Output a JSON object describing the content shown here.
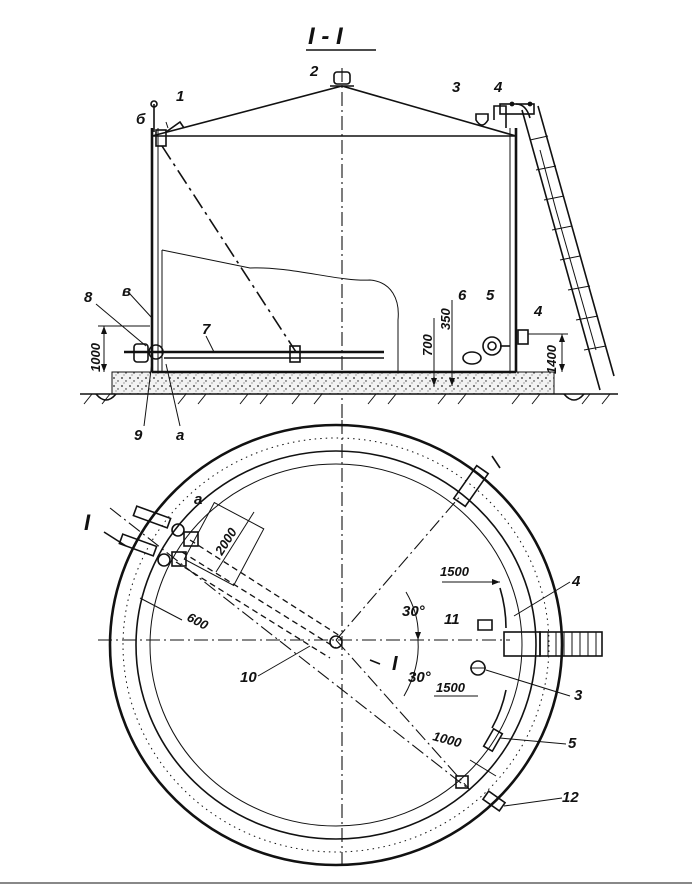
{
  "section_title": "I - I",
  "section_labels": {
    "n1": "1",
    "n2": "2",
    "n3": "3",
    "n4_top": "4",
    "n4_side": "4",
    "n5": "5",
    "n6": "6",
    "n7": "7",
    "n8": "8",
    "n9": "9",
    "b_cyr": "б",
    "v_cyr": "в",
    "a_cyr": "а"
  },
  "section_dims": {
    "d1000": "1000",
    "d700": "700",
    "d350": "350",
    "d1400": "1400"
  },
  "plan_labels": {
    "section_mark_1": "I",
    "section_mark_2": "I",
    "a_cyr": "a",
    "n3": "3",
    "n4": "4",
    "n5": "5",
    "n10": "10",
    "n11": "11",
    "n12": "12"
  },
  "plan_dims": {
    "d2000": "2000",
    "d600": "600",
    "d1500_top": "1500",
    "d1500_bottom": "1500",
    "d1000": "1000",
    "angle_top": "30°",
    "angle_bottom": "30°"
  }
}
